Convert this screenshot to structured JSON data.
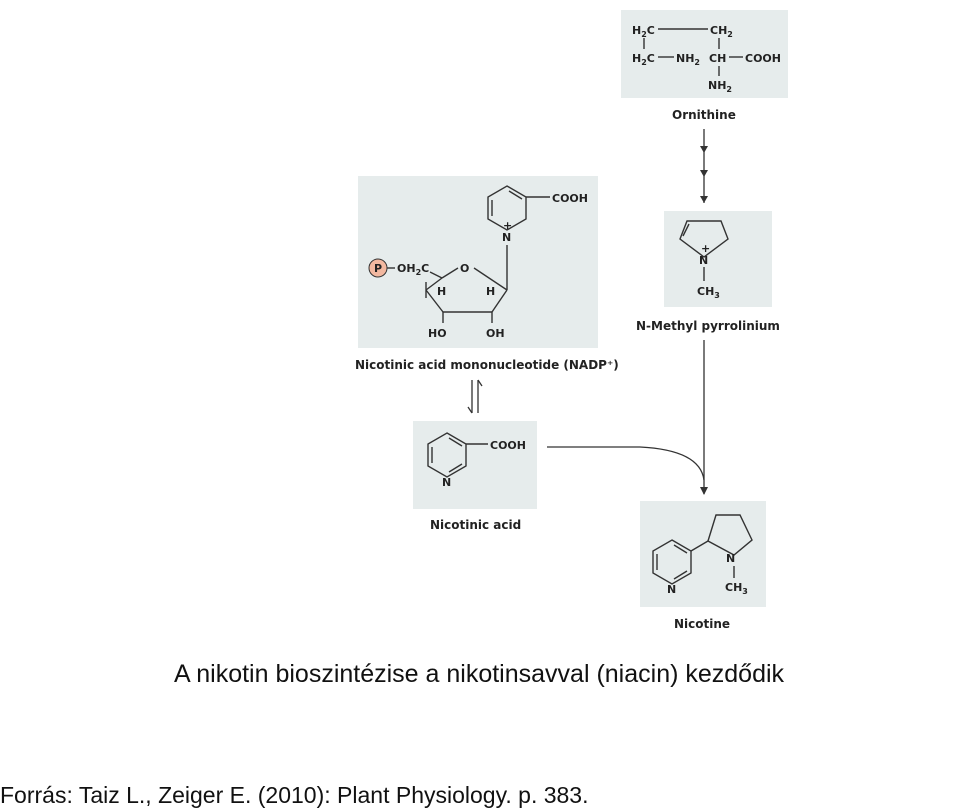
{
  "caption": "A nikotin bioszintézise a nikotinsavval (niacin) kezdődik",
  "source": "Forrás: Taiz L., Zeiger E. (2010): Plant Physiology. p. 383.",
  "compounds": {
    "ornithine": {
      "label": "Ornithine"
    },
    "pyrrolinium": {
      "label": "N-Methyl pyrrolinium"
    },
    "namn": {
      "label": "Nicotinic acid mononucleotide (NADP⁺)"
    },
    "nicotinic_acid": {
      "label": "Nicotinic acid"
    },
    "nicotine": {
      "label": "Nicotine"
    }
  },
  "atoms": {
    "cooh": "COOH",
    "n": "N",
    "plus": "+",
    "nh": "NH",
    "nh2": "NH",
    "two": "2",
    "three": "3",
    "ch": "CH",
    "ch3": "CH",
    "h2c": "H",
    "c": "C",
    "o": "O",
    "h": "H",
    "ho": "HO",
    "oh": "OH",
    "p": "P",
    "oh2c": "OH",
    "plus_sup": "+"
  },
  "colors": {
    "panel": "#e6ecec",
    "phosphate": "#f2b8a0",
    "text": "#222222"
  }
}
